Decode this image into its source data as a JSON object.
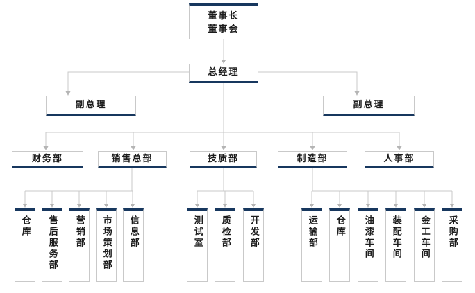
{
  "org": {
    "root": {
      "lines": [
        "董事长",
        "董事会"
      ]
    },
    "gm": {
      "label": "总经理"
    },
    "vps": [
      {
        "label": "副总理"
      },
      {
        "label": "副总理"
      }
    ],
    "departments": [
      {
        "label": "财务部"
      },
      {
        "label": "销售总部"
      },
      {
        "label": "技质部"
      },
      {
        "label": "制造部"
      },
      {
        "label": "人事部"
      }
    ],
    "groups": [
      {
        "parent": "销售总部",
        "children": [
          "仓库",
          "售后服务部",
          "营销部",
          "市场策划部",
          "信息部"
        ]
      },
      {
        "parent": "技质部",
        "children": [
          "测试室",
          "质检部",
          "开发部"
        ]
      },
      {
        "parent": "制造部",
        "children": [
          "运输部",
          "仓库",
          "油漆车间",
          "装配车间",
          "金工车间",
          "采购部"
        ]
      }
    ]
  },
  "colors": {
    "accent_bar": "#17375E",
    "connector": "#C9C9C9",
    "arrowhead": "#B5B5B5",
    "box_border": "#C9C9C9",
    "text": "#1C1C1C",
    "background": "#FFFFFF"
  }
}
